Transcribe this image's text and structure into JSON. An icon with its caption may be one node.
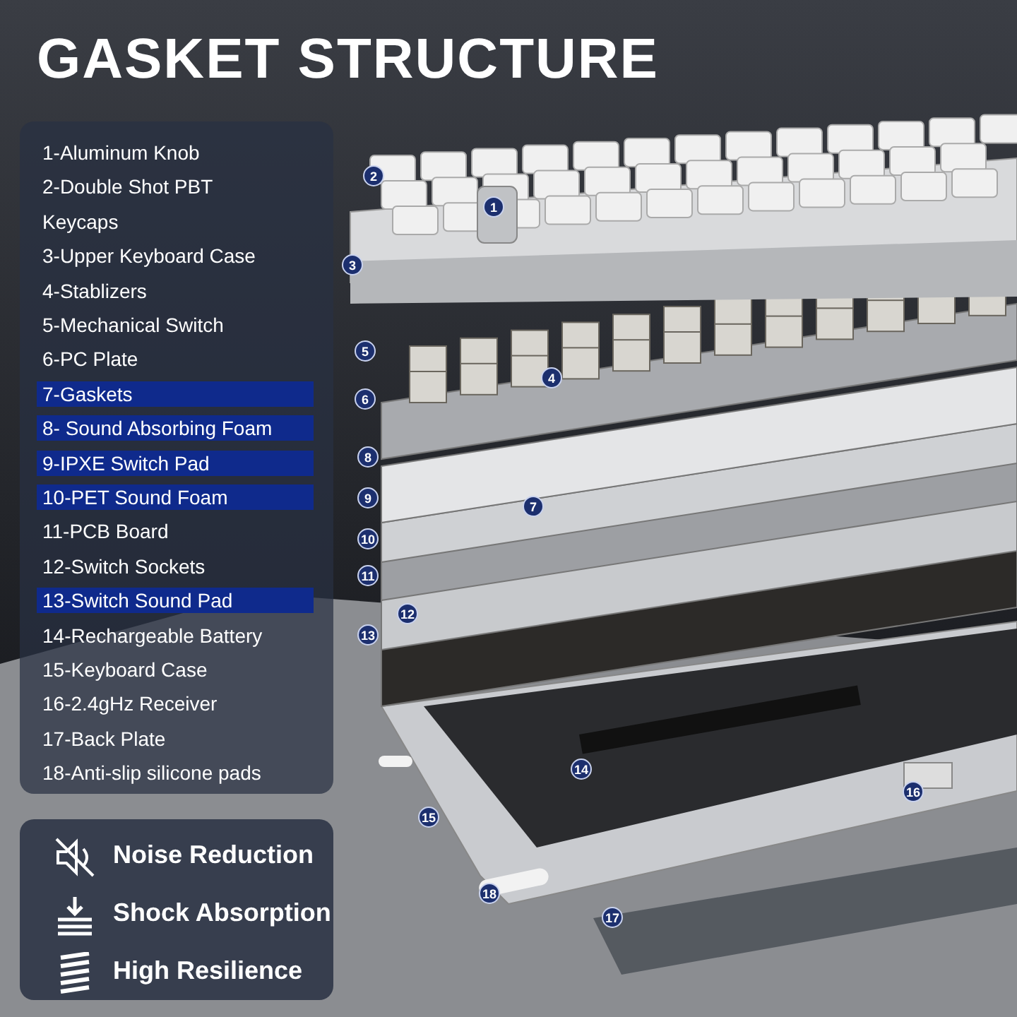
{
  "diagram": {
    "title": "GASKET STRUCTURE",
    "labels": [
      "1-Aluminum Knob",
      "2-Double Shot PBT Keycaps",
      "3-Upper Keyboard Case",
      "4-Stablizers",
      "5-Mechanical Switch",
      "6-PC Plate",
      "7-Gaskets",
      "8- Sound Absorbing Foam",
      "9-IPXE Switch Pad",
      "10-PET Sound Foam",
      "11-PCB Board",
      "12-Switch Sockets",
      "13-Switch Sound Pad",
      "14-Rechargeable Battery",
      "15-Keyboard Case",
      "16-2.4gHz Receiver",
      "17-Back Plate",
      "18-Anti-slip silicone pads",
      "2",
      "1",
      "3",
      "5",
      "4",
      "6",
      "8",
      "9",
      "7",
      "10",
      "11",
      "12",
      "13",
      "14",
      "16",
      "15",
      "18",
      "17",
      "Noise Reduction",
      "Shock Absorption",
      "High Resilience"
    ]
  }
}
